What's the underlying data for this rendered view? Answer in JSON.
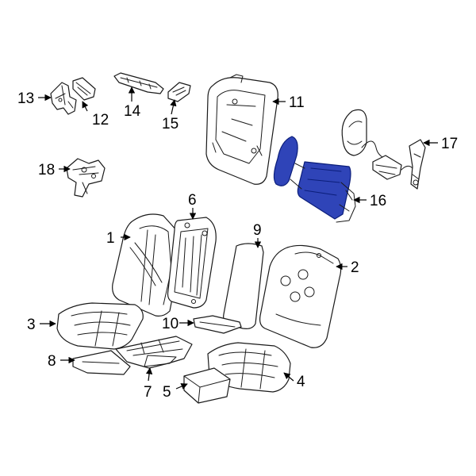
{
  "colors": {
    "line": "#1a1a1a",
    "background": "#ffffff",
    "highlight_fill": "#2f44b8",
    "highlight_stroke": "#0b1e7a"
  },
  "highlighted_part": "16",
  "callouts": {
    "c1": "1",
    "c2": "2",
    "c3": "3",
    "c4": "4",
    "c5": "5",
    "c6": "6",
    "c7": "7",
    "c8": "8",
    "c9": "9",
    "c10": "10",
    "c11": "11",
    "c12": "12",
    "c13": "13",
    "c14": "14",
    "c15": "15",
    "c16": "16",
    "c17": "17",
    "c18": "18"
  }
}
